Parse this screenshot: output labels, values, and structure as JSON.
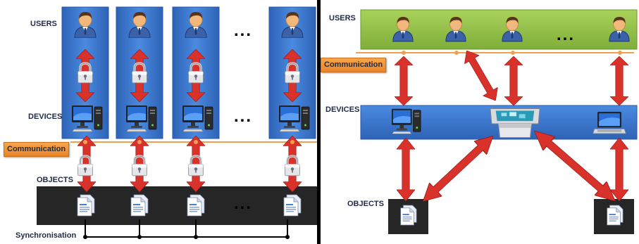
{
  "left": {
    "users_label": "USERS",
    "devices_label": "DEVICES",
    "communication_label": "Communication",
    "objects_label": "OBJECTS",
    "synchronisation_label": "Synchronisation",
    "ellipsis": "...",
    "column_color": "#3f7fd4",
    "objects_bar_color": "#262626"
  },
  "right": {
    "users_label": "USERS",
    "devices_label": "DEVICES",
    "communication_label": "Communication",
    "objects_label": "OBJECTS",
    "ellipsis": "...",
    "users_bar_color": "#93c04a",
    "devices_bar_color": "#3f7fd4"
  },
  "colors": {
    "arrow": "#d9322b",
    "comm_line": "#f0a050",
    "divider": "#000000"
  },
  "icons": [
    "user-icon",
    "padlock-icon",
    "desktop-computer-icon",
    "document-icon",
    "tabletop-display-icon",
    "laptop-icon"
  ]
}
